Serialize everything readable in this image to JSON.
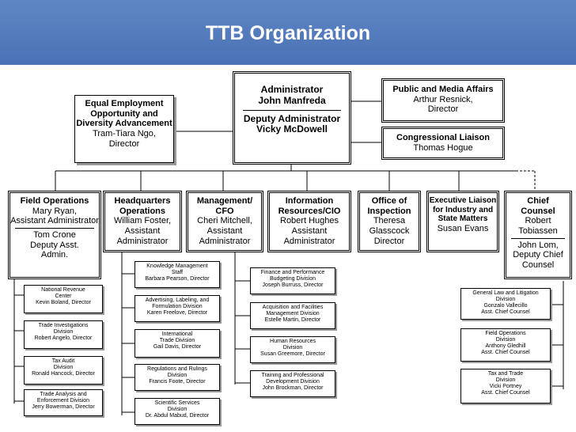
{
  "slide": {
    "title": "TTB Organization"
  },
  "admin": {
    "title1": "Administrator",
    "name1": "John Manfreda",
    "title2": "Deputy Administrator",
    "name2": "Vicky McDowell"
  },
  "eeo": {
    "title": "Equal Employment Opportunity and Diversity Advancement",
    "name": "Tram-Tiara Ngo,",
    "role": "Director"
  },
  "pma": {
    "title": "Public and Media Affairs",
    "name": "Arthur Resnick,",
    "role": "Director"
  },
  "cl": {
    "title": "Congressional Liaison",
    "name": "Thomas Hogue"
  },
  "divisions": {
    "field": {
      "title": "Field Operations",
      "name": "Mary Ryan,",
      "role": "Assistant Administrator",
      "name2": "Tom Crone",
      "role2": "Deputy Asst. Admin."
    },
    "hq": {
      "title": "Headquarters Operations",
      "name": "William Foster,",
      "role": "Assistant Administrator"
    },
    "mgmt": {
      "title": "Management/ CFO",
      "name": "Cheri Mitchell,",
      "role": "Assistant Administrator"
    },
    "ir": {
      "title": "Information Resources/CIO",
      "name": "Robert Hughes",
      "role": "Assistant Administrator"
    },
    "oi": {
      "title": "Office of Inspection",
      "name": "Theresa Glasscock",
      "role": "Director"
    },
    "el": {
      "title": "Executive Liaison for Industry and State Matters",
      "name": "Susan Evans"
    },
    "cc": {
      "title": "Chief Counsel",
      "name": "Robert Tobiassen",
      "name2": "John Lom,",
      "role2": "Deputy Chief Counsel"
    }
  },
  "field_units": [
    {
      "title": "National Revenue Center",
      "name": "Kevin Boland, Director"
    },
    {
      "title": "Trade Investigations Division",
      "name": "Robert Angelo, Director"
    },
    {
      "title": "Tax Audit Division",
      "name": "Ronald Hancock, Director"
    },
    {
      "title": "Trade Analysis and Enforcement Division",
      "name": "Jerry Bowerman, Director"
    }
  ],
  "hq_units": [
    {
      "title": "Knowledge Management Staff",
      "name": "Barbara Pearson, Director"
    },
    {
      "title": "Advertising, Labeling, and Formulation Division",
      "name": "Karen Freelove, Director"
    },
    {
      "title": "International Trade Division",
      "name": "Gail Davis, Director"
    },
    {
      "title": "Regulations and Rulings Division",
      "name": "Francis Foote, Director"
    },
    {
      "title": "Scientific Services Division",
      "name": "Dr. Abdul Mabud, Director"
    }
  ],
  "mgmt_units": [
    {
      "title": "Finance and Performance Budgeting Division",
      "name": "Joseph Burruss, Director"
    },
    {
      "title": "Acquisition and Facilities Management Division",
      "name": "Estelle Martin, Director"
    },
    {
      "title": "Human Resources Division",
      "name": "Susan Greemore, Director"
    },
    {
      "title": "Training and Professional Development Division",
      "name": "John Brockman, Director"
    }
  ],
  "cc_units": [
    {
      "title": "General Law and Litigation Division",
      "name": "Gonzalo Vallecillo",
      "role": "Asst. Chief Counsel"
    },
    {
      "title": "Field Operations Division",
      "name": "Anthony Gledhill",
      "role": "Asst. Chief Counsel"
    },
    {
      "title": "Tax and Trade Division",
      "name": "Vicki Portney",
      "role": "Asst. Chief Counsel"
    }
  ]
}
